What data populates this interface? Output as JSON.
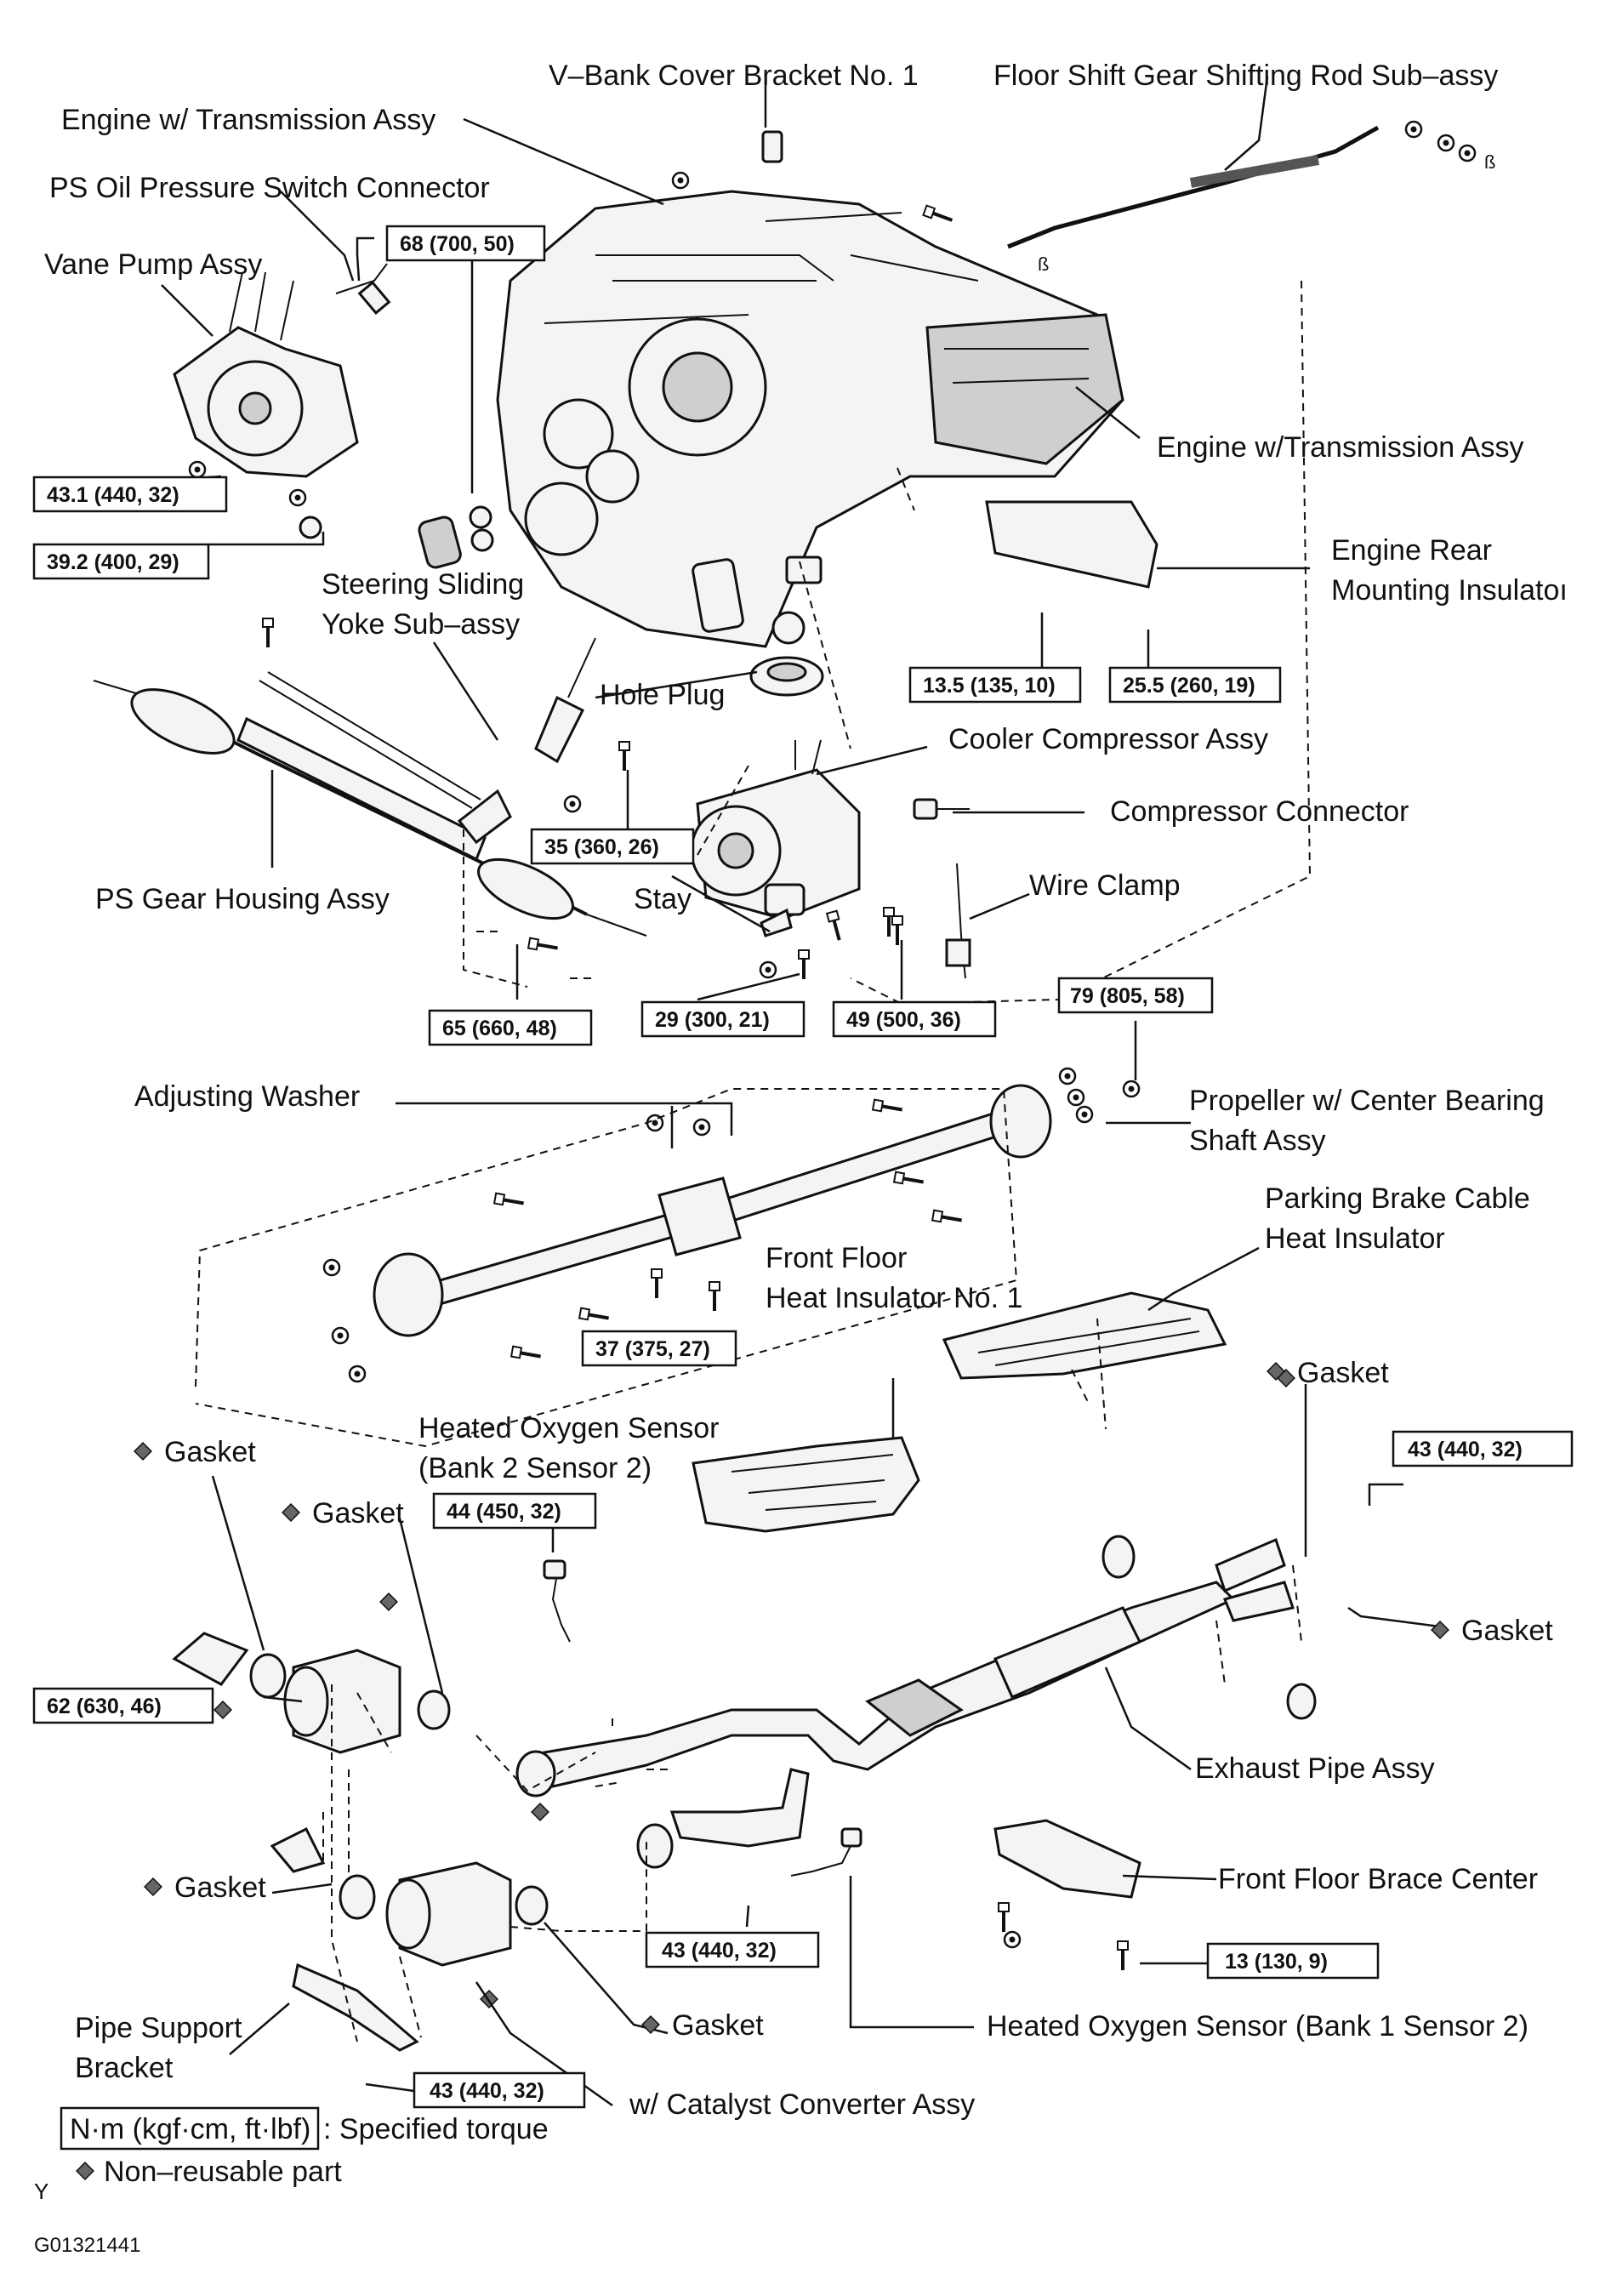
{
  "labels": {
    "v_bank_bracket": "V–Bank Cover Bracket No. 1",
    "floor_shift_rod": "Floor Shift Gear Shifting Rod Sub–assy",
    "engine_trans_1": "Engine w/ Transmission Assy",
    "ps_oil_switch": "PS Oil Pressure Switch Connector",
    "vane_pump": "Vane Pump Assy",
    "engine_trans_2": "Engine w/Transmission Assy",
    "engine_rear_1": "Engine Rear",
    "engine_rear_2": "Mounting Insulatoı",
    "steering_yoke_1": "Steering Sliding",
    "steering_yoke_2": "Yoke Sub–assy",
    "hole_plug": "Hole Plug",
    "cooler_compressor": "Cooler Compressor Assy",
    "compressor_connector": "Compressor Connector",
    "ps_gear_housing": "PS Gear Housing Assy",
    "stay": "Stay",
    "wire_clamp": "Wire Clamp",
    "adjusting_washer": "Adjusting Washer",
    "propeller_1": "Propeller w/ Center Bearing",
    "propeller_2": "Shaft Assy",
    "parking_brake_1": "Parking Brake Cable",
    "parking_brake_2": "Heat Insulator",
    "front_floor_ins_1": "Front Floor",
    "front_floor_ins_2": "Heat Insulator No. 1",
    "gasket": "Gasket",
    "heated_o2_b2_1": "Heated Oxygen Sensor",
    "heated_o2_b2_2": "(Bank 2 Sensor 2)",
    "exhaust_pipe": "Exhaust Pipe Assy",
    "front_floor_brace": "Front Floor Brace Center",
    "pipe_support_1": "Pipe Support",
    "pipe_support_2": "Bracket",
    "heated_o2_b1": "Heated Oxygen Sensor (Bank 1 Sensor 2)",
    "catalyst": "w/ Catalyst Converter Assy"
  },
  "torques": {
    "t68": "68 (700, 50)",
    "t431a": "43.1 (440, 32)",
    "t392": "39.2 (400, 29)",
    "t135": "13.5 (135, 10)",
    "t255": "25.5 (260, 19)",
    "t35": "35 (360, 26)",
    "t65": "65 (660, 48)",
    "t29": "29 (300, 21)",
    "t49": "49 (500, 36)",
    "t79": "79 (805, 58)",
    "t37": "37 (375, 27)",
    "t43a": "43 (440, 32)",
    "t44": "44 (450, 32)",
    "t62": "62 (630, 46)",
    "t43b": "43 (440, 32)",
    "t13": "13  (130, 9)",
    "t43c": "43 (440, 32)"
  },
  "legend": {
    "unit": "N·m (kgf·cm, ft·lbf)",
    "spec": ": Specified torque",
    "nonreusable": "Non–reusable part"
  },
  "footer": {
    "y_mark": "Y",
    "code": "G01321441"
  },
  "style": {
    "ink": "#111111",
    "background": "#ffffff"
  }
}
